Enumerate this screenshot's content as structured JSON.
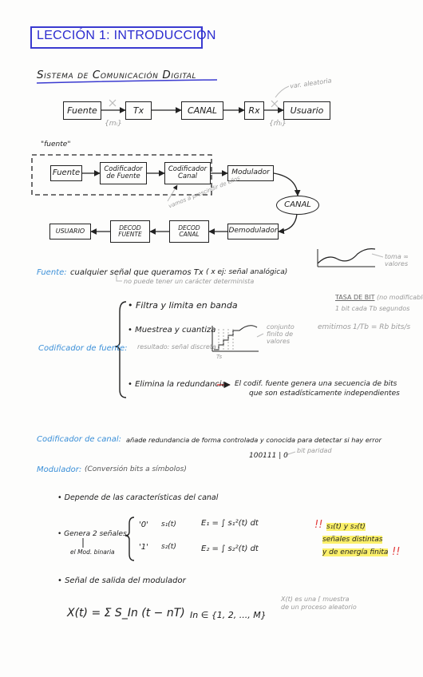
{
  "title": "LECCIÓN 1: INTRODUCCIÓN",
  "section_title": "Sistema de Comunicación Digital",
  "diagram1": {
    "fuente": "Fuente",
    "tx": "Tx",
    "canal": "CANAL",
    "rx": "Rx",
    "usuario": "Usuario",
    "mi": "{mᵢ}",
    "mi_hat": "{m̂ᵢ}",
    "var_aleatoria": "var. aleatoria"
  },
  "diagram2": {
    "fuente_quoted": "\"fuente\"",
    "fuente": "Fuente",
    "cod_fuente": "Codificador de Fuente",
    "cod_canal": "Codificador Canal",
    "modulador": "Modulador",
    "canal": "CANAL",
    "demodulador": "Demodulador",
    "decod_canal": "DECOD CANAL",
    "decod_fuente": "DECOD FUENTE",
    "usuario": "USUARIO",
    "vamos_a_prescindir": "vamos a prescindir de ellos"
  },
  "fuente_def": {
    "label": "Fuente:",
    "text": "cualquier señal que queramos Tx",
    "example": "( x ej: señal analógica)",
    "note": "no puede tener un carácter determinista",
    "toma_valores": "toma ∞ valores"
  },
  "cod_fuente": {
    "label": "Codificador de fuente:",
    "item1": "Filtra y limita en banda",
    "item2": "Muestrea y cuantiza",
    "resultado": "resultado: señal discreta",
    "conjunto": "conjunto finito de valores",
    "ts": "Ts",
    "item3": "Elimina la redundancia",
    "item3_result_line1": "El codif. fuente genera una secuencia de bits",
    "item3_result_line2": "que son estadísticamente independientes",
    "tasa_title": "TASA DE BIT",
    "tasa_note": "(no modificable)",
    "tasa_line": "1 bit cada Tb segundos",
    "emitimos": "emitimos",
    "rate_formula": "1/Tb = Rb bits/s"
  },
  "cod_canal": {
    "label": "Codificador de canal:",
    "text": "añade redundancia de forma controlada y conocida para detectar si hay error",
    "bits": "100111 | 0",
    "bit_paridad": "bit paridad"
  },
  "modulador": {
    "label": "Modulador:",
    "note": "(Conversión bits a símbolos)",
    "depende": "• Depende de las características del canal",
    "genera": "• Genera 2 señales",
    "mod_binaria": "el Mod. binaria",
    "zero": "'0'",
    "one": "'1'",
    "s1": "s₁(t)",
    "s2": "s₂(t)",
    "e1": "E₁ = ∫ s₁²(t) dt",
    "e2": "E₂ = ∫ s₂²(t) dt",
    "note1": "s₁(t) y s₂(t)",
    "note2": "señales distintas",
    "note3": "y de energía finita",
    "senal_salida": "• Señal de salida del modulador",
    "formula": "X(t) = Σ S_In (t − nT)",
    "in_set": "In ∈ {1, 2, ..., M}",
    "x_note": "X(t) es una ⌈ muestra de un proceso aleatorio"
  },
  "colors": {
    "blue": "#3a8fd8",
    "title": "#2b2bd0",
    "highlight": "#fbf06a",
    "red": "#e23a3a"
  }
}
